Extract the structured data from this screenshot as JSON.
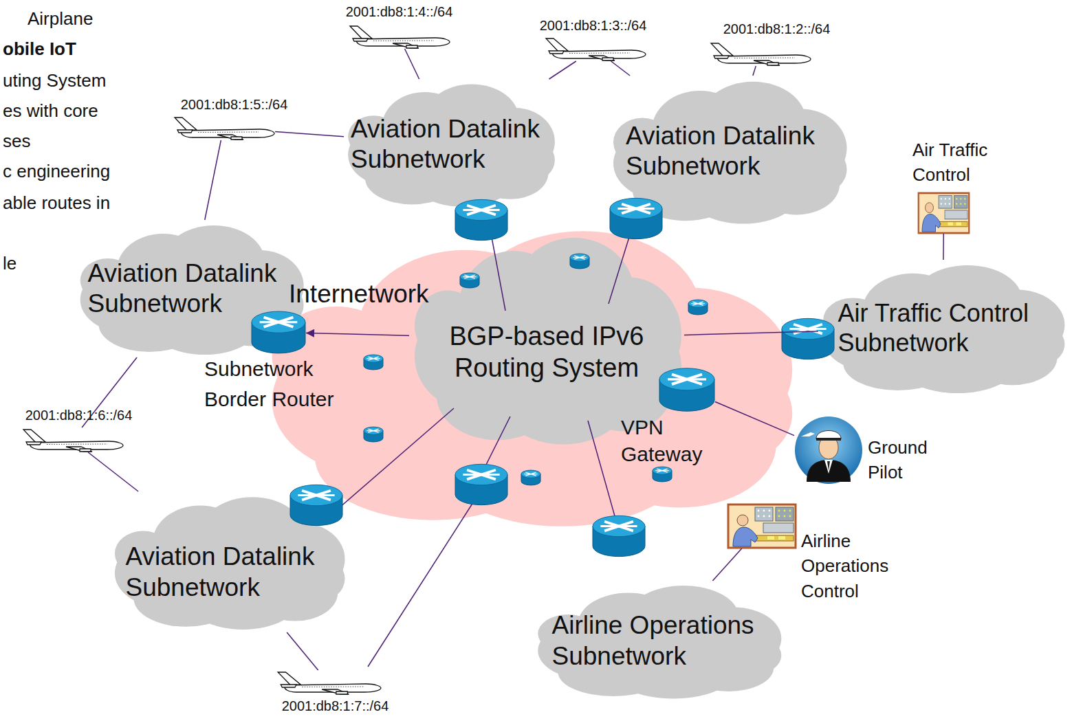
{
  "diagram": {
    "nodes": [
      {
        "text": [
          "2001:db8:1:4::/64"
        ]
      },
      {
        "text": [
          "2001:db8:1:3::/64"
        ]
      },
      {
        "text": [
          "2001:db8:1:2::/64"
        ]
      },
      {
        "text": [
          "2001:db8:1:5::/64"
        ]
      },
      {
        "text": [
          "Aviation Datalink Subnetwork"
        ]
      },
      {
        "text": [
          "Aviation Datalink Subnetwork"
        ]
      },
      {
        "text": [
          "Air Traffic Control"
        ]
      },
      {
        "text": [
          "Aviation Datalink Subnetwork"
        ]
      },
      {
        "text": [
          "Internetwork"
        ]
      },
      {
        "text": [
          "BGP-based IPv6 Routing System"
        ],
        "in": 8
      },
      {
        "text": [
          "Subnetwork Border Router"
        ]
      },
      {
        "text": [
          "Air Traffic Control Subnetwork"
        ]
      },
      {
        "text": [
          "VPN Gateway"
        ]
      },
      {
        "text": [
          "2001:db8:1:6::/64"
        ]
      },
      {
        "text": [
          "Ground Pilot"
        ]
      },
      {
        "text": [
          "Airline Operations Control"
        ]
      },
      {
        "text": [
          "Aviation Datalink Subnetwork"
        ]
      },
      {
        "text": [
          "Airline Operations Subnetwork"
        ]
      },
      {
        "text": [
          "2001:db8:1:7::/64"
        ]
      }
    ],
    "edges": [
      {
        "from": 0,
        "to": 4,
        "arrow": "none"
      },
      {
        "from": 1,
        "to": 4,
        "arrow": "none"
      },
      {
        "from": 1,
        "to": 5,
        "arrow": "none"
      },
      {
        "from": 2,
        "to": 5,
        "arrow": "none"
      },
      {
        "from": 3,
        "to": 4,
        "arrow": "none"
      },
      {
        "from": 3,
        "to": 7,
        "arrow": "none"
      },
      {
        "from": 13,
        "to": 7,
        "arrow": "none"
      },
      {
        "from": 13,
        "to": 16,
        "arrow": "none"
      },
      {
        "from": 18,
        "to": 16,
        "arrow": "none"
      },
      {
        "from": 9,
        "to": 10,
        "arrow": "to"
      },
      {
        "from": 9,
        "to": 11,
        "arrow": "none"
      },
      {
        "from": 12,
        "to": 14,
        "arrow": "none"
      },
      {
        "from": 6,
        "to": 11,
        "arrow": "none"
      },
      {
        "from": 15,
        "to": 17,
        "arrow": "none"
      }
    ],
    "labels": [
      "Airplane",
      "obile IoT",
      "uting System",
      "es with core",
      "ses",
      "c engineering",
      "able routes in",
      "le"
    ]
  }
}
